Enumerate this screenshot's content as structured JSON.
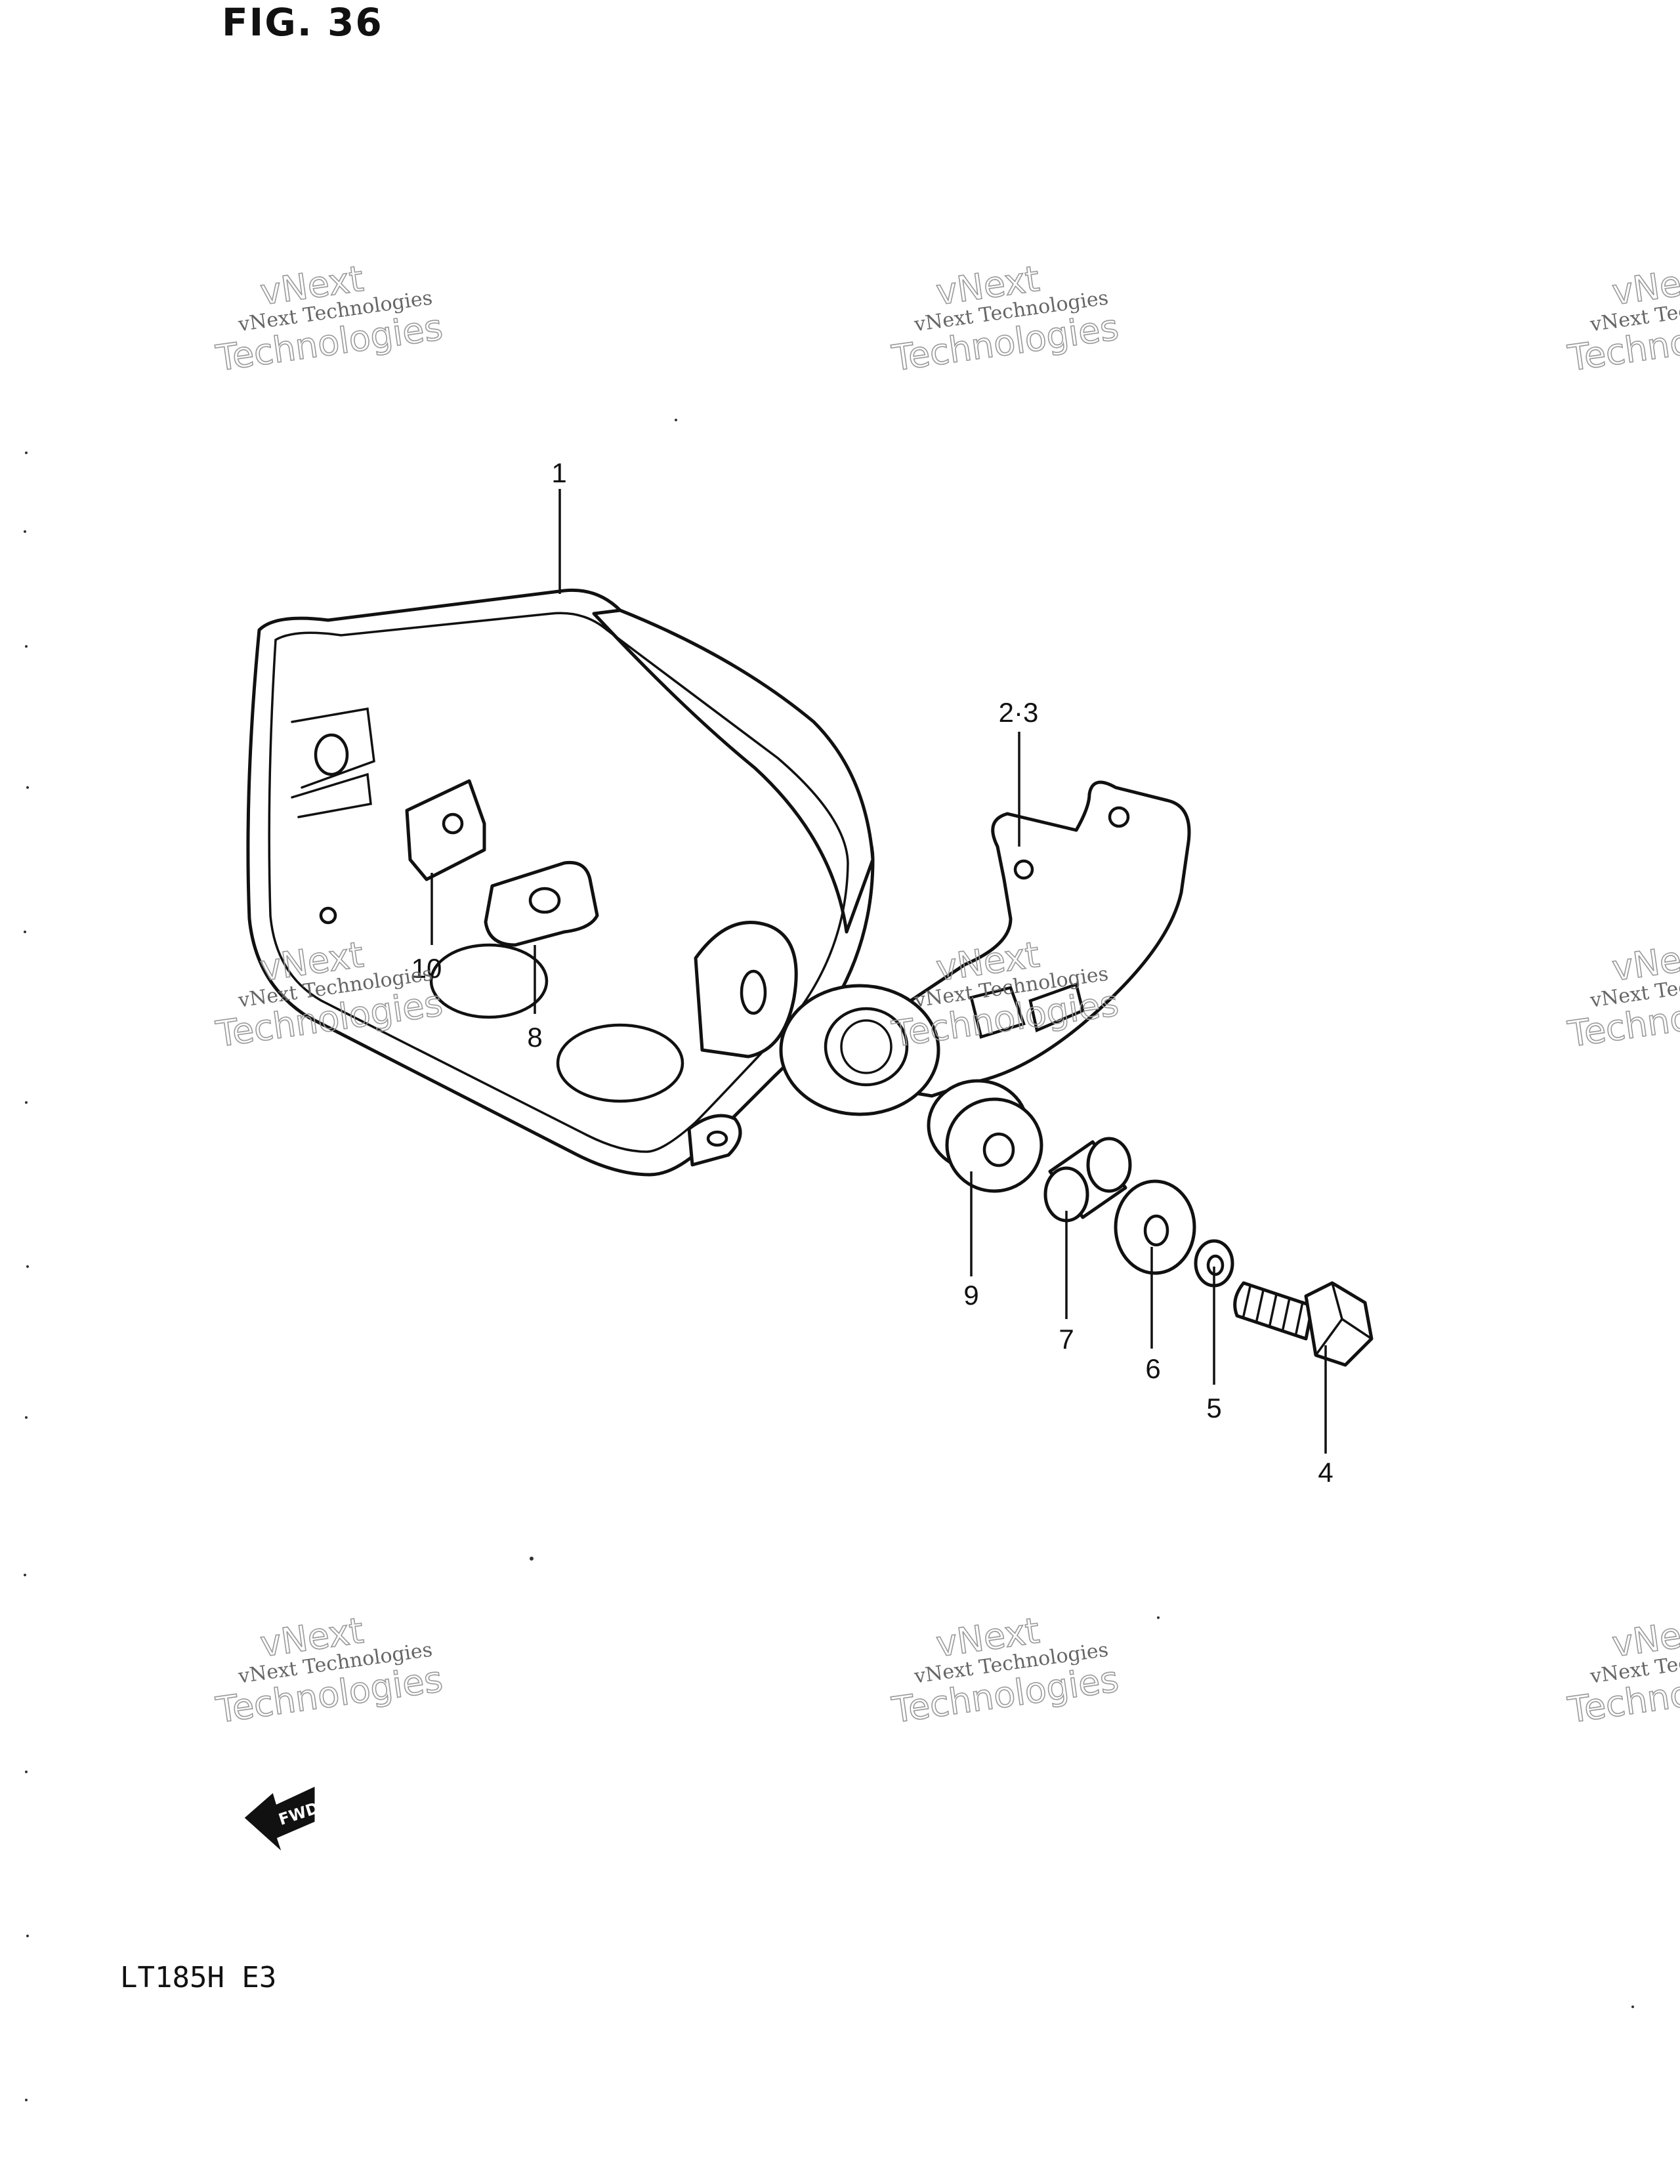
{
  "figure_title": "FIG. 36",
  "model_code": "LT185H E3",
  "fwd_label": "FWD",
  "watermark": {
    "line1": "vNext Technologies",
    "line2": "vNext",
    "line3": "Technologies"
  },
  "callouts": [
    "1",
    "2·3",
    "4",
    "5",
    "6",
    "7",
    "8",
    "9",
    "10"
  ]
}
